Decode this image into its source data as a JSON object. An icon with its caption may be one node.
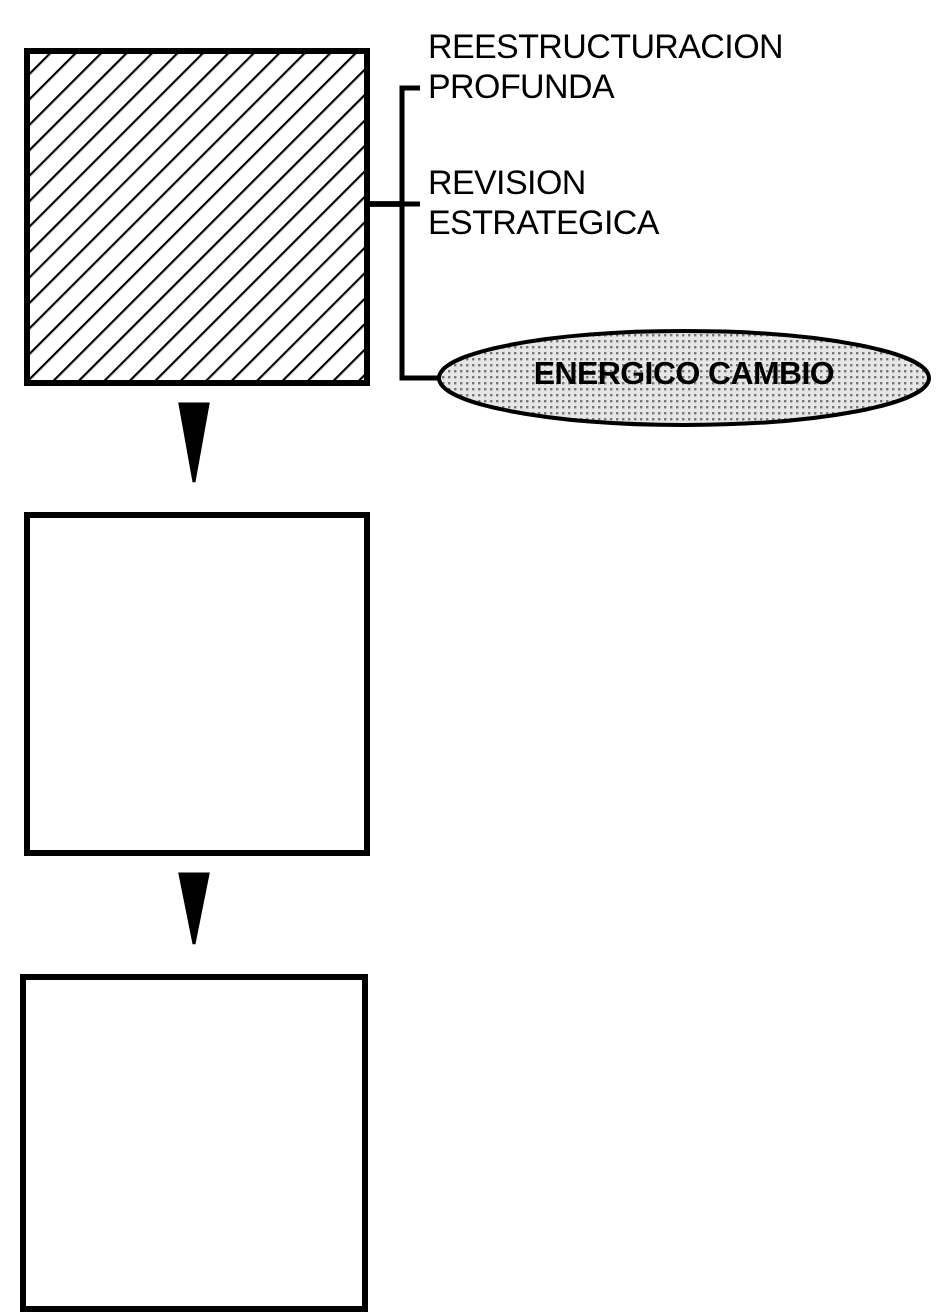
{
  "diagram": {
    "nodes": [
      {
        "text": [],
        "shape": "box"
      },
      {
        "text": [],
        "shape": "box"
      },
      {
        "text": [],
        "shape": "box"
      },
      {
        "text": [
          "REESTRUCTURACION PROFUNDA"
        ]
      },
      {
        "text": [
          "REVISION ESTRATEGICA"
        ]
      },
      {
        "text": [
          "ENERGICO CAMBIO"
        ]
      }
    ],
    "edges": [
      {
        "from": 0,
        "to": 1,
        "arrow": "to"
      },
      {
        "from": 1,
        "to": 2,
        "arrow": "to"
      },
      {
        "from": 0,
        "to": 3,
        "arrow": "none"
      },
      {
        "from": 0,
        "to": 4,
        "arrow": "none"
      },
      {
        "from": 0,
        "to": 5,
        "arrow": "none"
      }
    ]
  }
}
